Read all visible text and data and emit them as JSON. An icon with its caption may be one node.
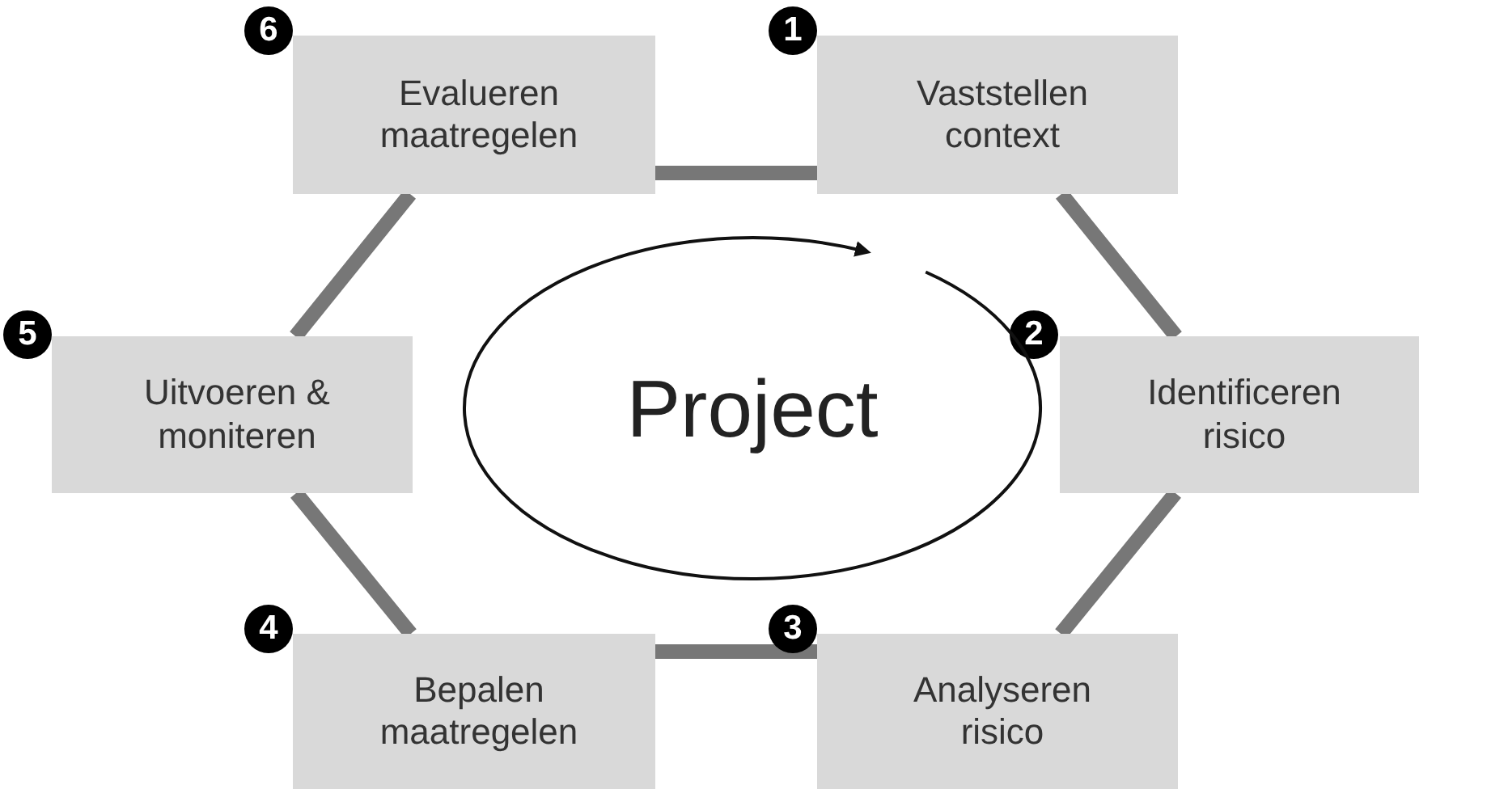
{
  "diagram": {
    "nodes": [
      {
        "text": [
          "Vaststellen context"
        ],
        "beside": [
          "1"
        ]
      },
      {
        "text": [
          "Identificeren risico"
        ],
        "beside": [
          "2"
        ]
      },
      {
        "text": [
          "Analyseren risico"
        ],
        "beside": [
          "3"
        ]
      },
      {
        "text": [
          "Bepalen maatregelen"
        ],
        "beside": [
          "4"
        ]
      },
      {
        "text": [
          "Uitvoeren & moniteren"
        ],
        "beside": [
          "5"
        ]
      },
      {
        "text": [
          "Evalueren maatregelen"
        ],
        "beside": [
          "6"
        ]
      },
      {
        "text": [
          "Project"
        ]
      }
    ],
    "edges": [
      {
        "from": 0,
        "to": 1,
        "arrow": "none"
      },
      {
        "from": 1,
        "to": 2,
        "arrow": "none"
      },
      {
        "from": 2,
        "to": 3,
        "arrow": "none"
      },
      {
        "from": 3,
        "to": 4,
        "arrow": "none"
      },
      {
        "from": 4,
        "to": 5,
        "arrow": "none"
      },
      {
        "from": 5,
        "to": 0,
        "arrow": "none"
      }
    ]
  }
}
